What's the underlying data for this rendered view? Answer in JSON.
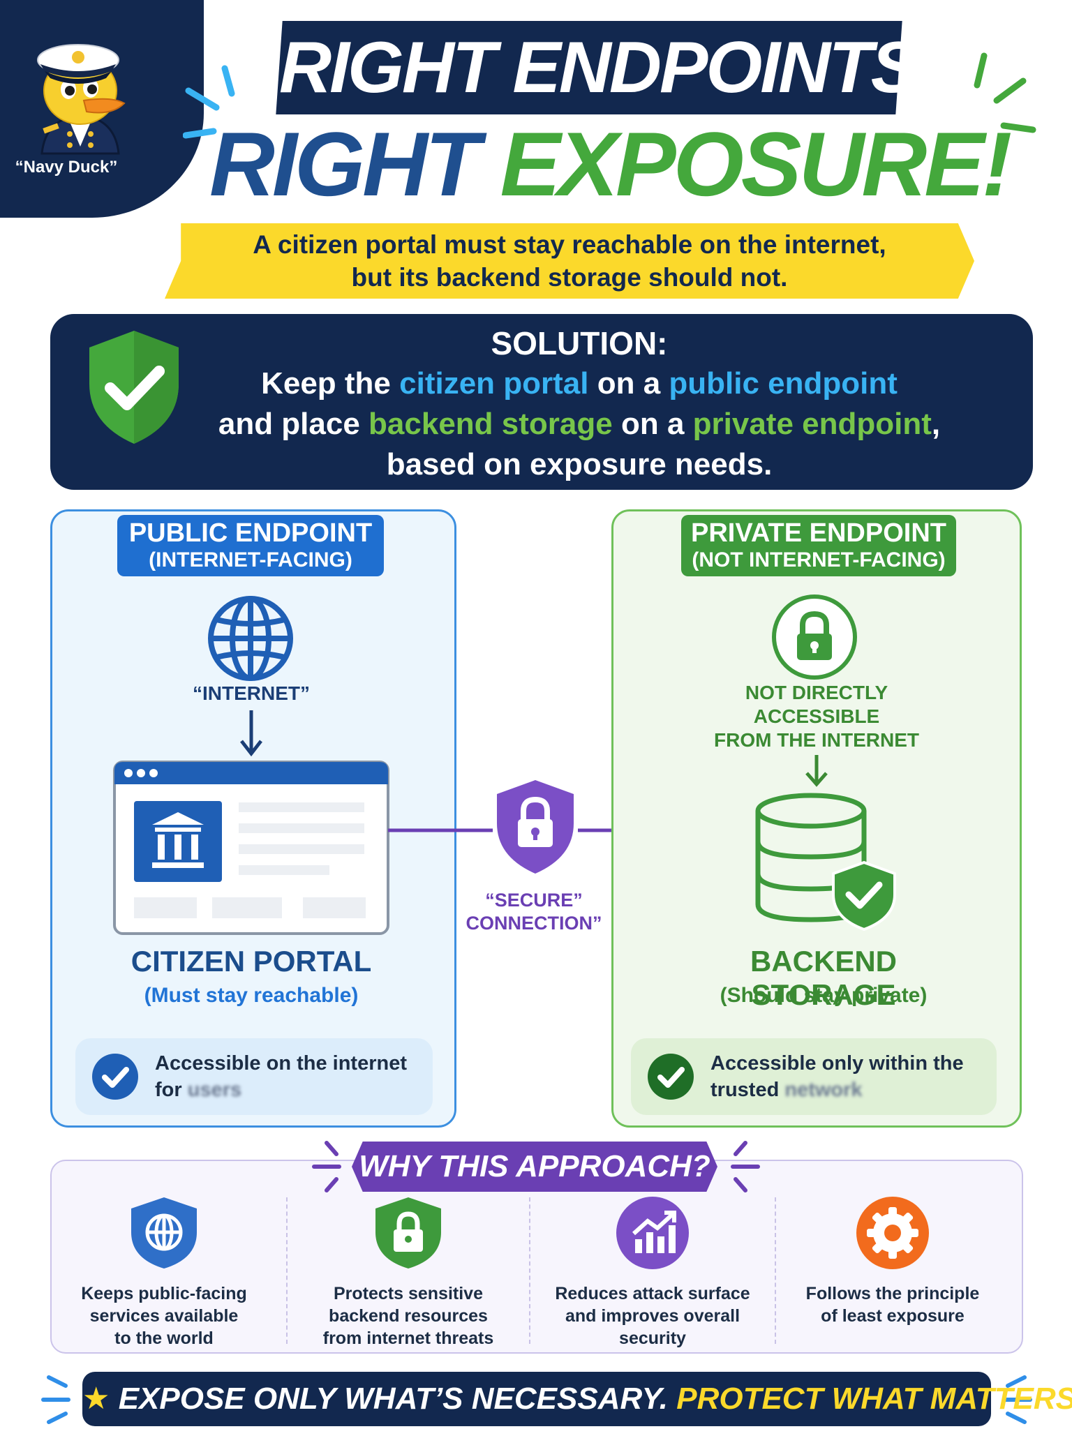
{
  "mascot": {
    "caption": "“Navy Duck”"
  },
  "title": {
    "line1": "RIGHT ENDPOINTS,",
    "line2_part1": "RIGHT",
    "line2_part2": "EXPOSURE!"
  },
  "banner": {
    "line1": "A citizen portal must stay reachable on the internet,",
    "line2": "but its backend storage should not."
  },
  "solution": {
    "heading": "SOLUTION:",
    "l1_a": "Keep the ",
    "l1_b": "citizen portal",
    "l1_c": " on a ",
    "l1_d": "public endpoint",
    "l2_a": "and place ",
    "l2_b": "backend storage",
    "l2_c": " on a ",
    "l2_d": "private endpoint",
    "l2_e": ",",
    "l3": "based on exposure needs."
  },
  "public": {
    "badge_line1": "PUBLIC ENDPOINT",
    "badge_line2": "(INTERNET-FACING)",
    "internet_label": "“INTERNET”",
    "name": "CITIZEN PORTAL",
    "note": "(Must stay reachable)",
    "pill_line1": "Accessible on the internet",
    "pill_line2_visible": "for",
    "pill_line2_obscured": "users"
  },
  "private": {
    "badge_line1": "PRIVATE ENDPOINT",
    "badge_line2": "(NOT INTERNET-FACING)",
    "not_direct_line1": "NOT DIRECTLY",
    "not_direct_line2": "ACCESSIBLE",
    "not_direct_line3": "FROM THE INTERNET",
    "name": "BACKEND STORAGE",
    "note": "(Should stay private)",
    "pill_line1": "Accessible only within the",
    "pill_line2_visible": "trusted",
    "pill_line2_obscured": "network"
  },
  "connection": {
    "line1": "“SECURE”",
    "line2": "CONNECTION”"
  },
  "why": {
    "title": "WHY THIS APPROACH?",
    "items": [
      {
        "line1": "Keeps public-facing",
        "line2": "services available",
        "line3": "to the world",
        "icon": "globe-shield-icon"
      },
      {
        "line1": "Protects sensitive",
        "line2": "backend resources",
        "line3": "from internet threats",
        "icon": "lock-shield-icon"
      },
      {
        "line1": "Reduces attack surface",
        "line2": "and improves overall",
        "line3": "security",
        "icon": "chart-up-icon"
      },
      {
        "line1": "Follows the principle",
        "line2": "of least exposure",
        "line3": "",
        "icon": "gear-icon"
      }
    ]
  },
  "footer": {
    "star": "★",
    "part1": "EXPOSE ONLY WHAT’S NECESSARY.",
    "part2": "PROTECT WHAT MATTERS."
  },
  "colors": {
    "navy": "#12284f",
    "blue": "#1f6fd0",
    "green": "#3e9a3c",
    "purple": "#6a3fb3",
    "yellow": "#fbd92b",
    "orange": "#f26b1d"
  }
}
